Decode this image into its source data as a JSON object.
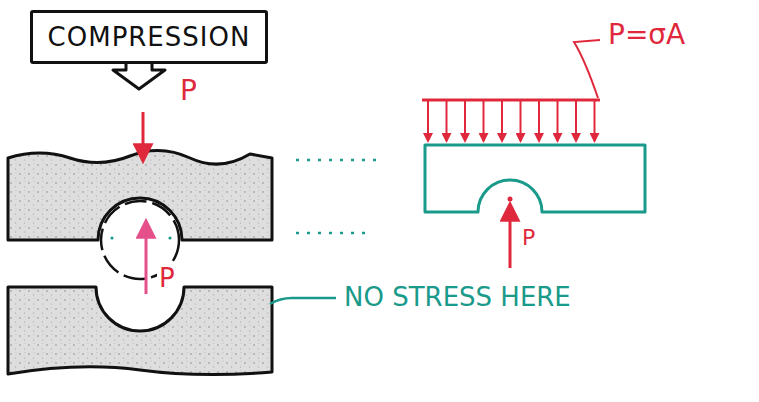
{
  "diagram": {
    "nodes": [
      {
        "text": [
          "COMPRESSION"
        ]
      }
    ],
    "labels": [
      "P",
      "P",
      "P=σA",
      "P",
      "NO STRESS HERE"
    ]
  }
}
